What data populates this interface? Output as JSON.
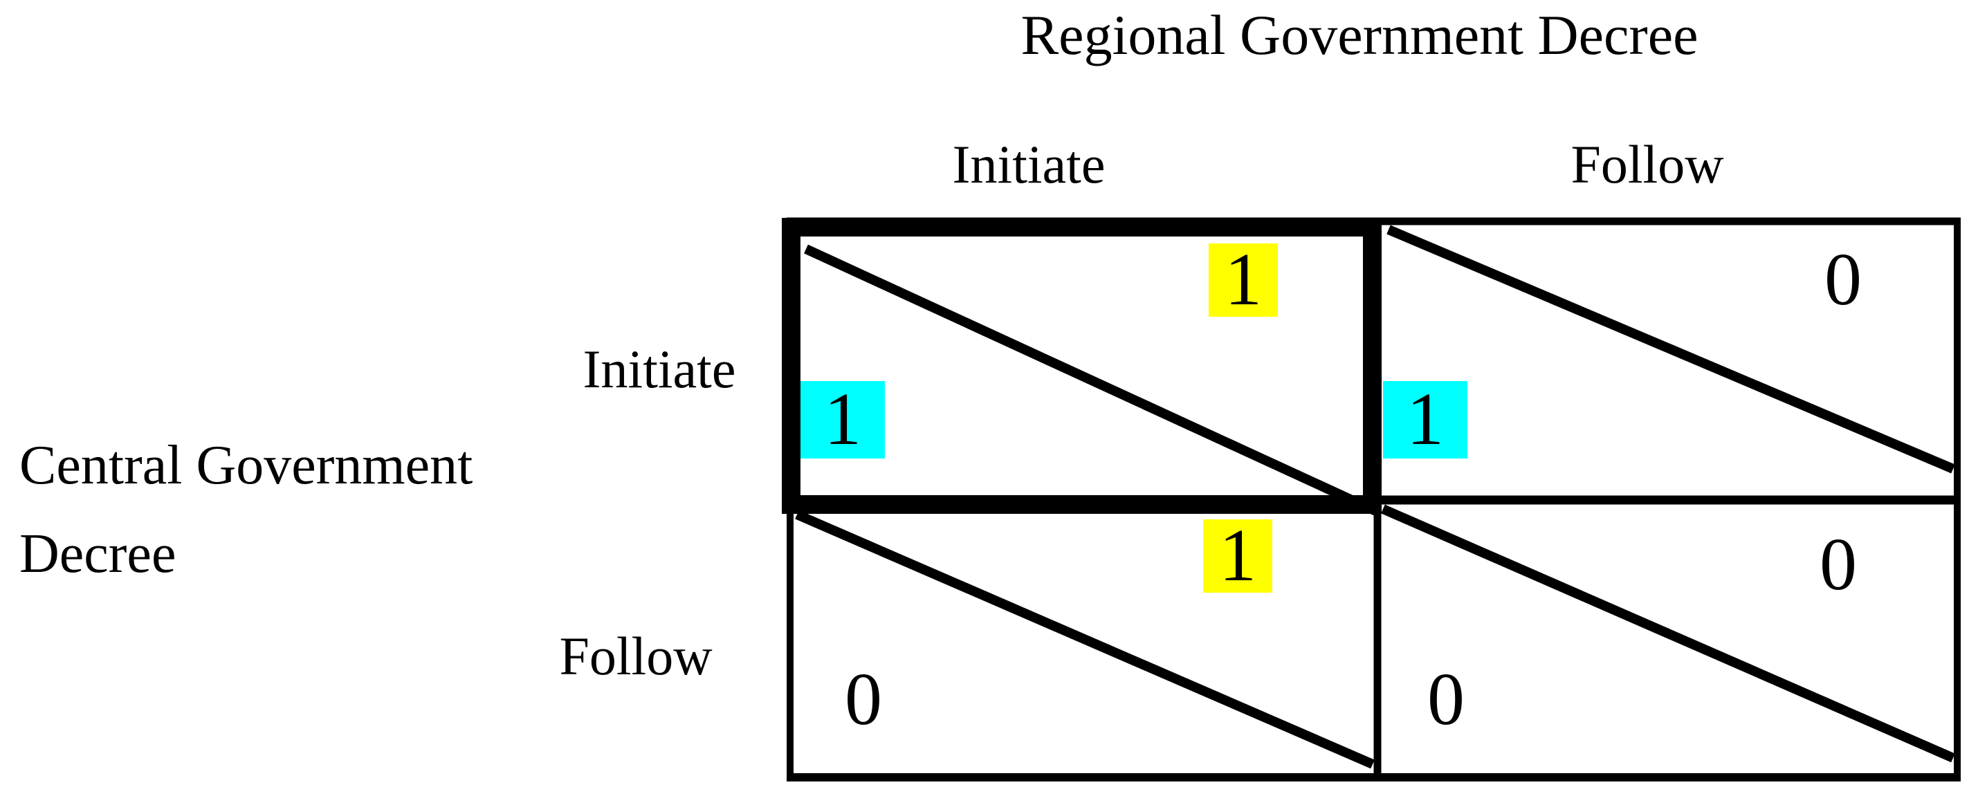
{
  "column_player": {
    "title": "Regional Government Decree"
  },
  "row_player": {
    "title_lines": [
      "Central Government",
      "Decree"
    ]
  },
  "column_strategies": [
    "Initiate",
    "Follow"
  ],
  "row_strategies": [
    "Initiate",
    "Follow"
  ],
  "cells": [
    {
      "row_strategy": "Initiate",
      "column_strategy": "Initiate",
      "row_payoff": "1",
      "column_payoff": "1",
      "row_payoff_highlight": "cyan",
      "column_payoff_highlight": "yellow",
      "bold_border": true
    },
    {
      "row_strategy": "Initiate",
      "column_strategy": "Follow",
      "row_payoff": "1",
      "column_payoff": "0",
      "row_payoff_highlight": "cyan",
      "column_payoff_highlight": "none",
      "bold_border": false
    },
    {
      "row_strategy": "Follow",
      "column_strategy": "Initiate",
      "row_payoff": "0",
      "column_payoff": "1",
      "row_payoff_highlight": "none",
      "column_payoff_highlight": "yellow",
      "bold_border": false
    },
    {
      "row_strategy": "Follow",
      "column_strategy": "Follow",
      "row_payoff": "0",
      "column_payoff": "0",
      "row_payoff_highlight": "none",
      "column_payoff_highlight": "none",
      "bold_border": false
    }
  ],
  "colors": {
    "row_payoff_highlight": "#00ffff",
    "column_payoff_highlight": "#ffff00",
    "line": "#000000",
    "background": "#ffffff"
  }
}
